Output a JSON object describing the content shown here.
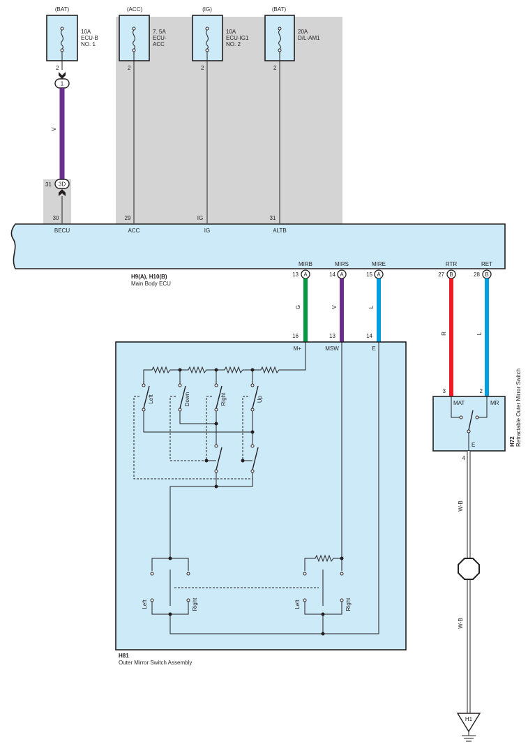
{
  "fuses": [
    {
      "source": "(BAT)",
      "rating": "10A",
      "line1": "ECU-B",
      "line2": "NO. 1",
      "pin": "2"
    },
    {
      "source": "(ACC)",
      "rating": "7. 5A",
      "line1": "ECU-",
      "line2": "ACC",
      "pin": "2"
    },
    {
      "source": "(IG)",
      "rating": "10A",
      "line1": "ECU-IG1",
      "line2": "NO. 2",
      "pin": "2"
    },
    {
      "source": "(BAT)",
      "rating": "20A",
      "line1": "D/L-AM1",
      "line2": "",
      "pin": "2"
    }
  ],
  "connector_becu": {
    "top_label": "1",
    "bottom_label": "3D",
    "bottom_pin": "31",
    "wire_color": "V"
  },
  "ecu": {
    "code": "H9(A), H10(B)",
    "name": "Main Body ECU",
    "top_terminals": [
      {
        "pin": "30",
        "name": "BECU"
      },
      {
        "pin": "29",
        "name": "ACC"
      },
      {
        "pin": "IG",
        "name": "IG"
      },
      {
        "pin": "31",
        "name": "ALTB"
      }
    ],
    "bottom_terminals": [
      {
        "name": "MIRB",
        "pin": "13",
        "connector": "A",
        "wire": "G",
        "color": "#009a44",
        "far_pin": "16",
        "far_name": "M+"
      },
      {
        "name": "MIRS",
        "pin": "14",
        "connector": "A",
        "wire": "V",
        "color": "#6b2d8f",
        "far_pin": "13",
        "far_name": "MSW"
      },
      {
        "name": "MIRE",
        "pin": "15",
        "connector": "A",
        "wire": "L",
        "color": "#00a0e0",
        "far_pin": "14",
        "far_name": "E"
      },
      {
        "name": "RTR",
        "pin": "27",
        "connector": "B",
        "wire": "R",
        "color": "#ed1c24",
        "far_pin": "3",
        "far_name": "MAT"
      },
      {
        "name": "RET",
        "pin": "28",
        "connector": "B",
        "wire": "L",
        "color": "#00a0e0",
        "far_pin": "2",
        "far_name": "MR"
      }
    ]
  },
  "mirror_switch": {
    "code": "H81",
    "name": "Outer Mirror Switch Assembly",
    "adjust_labels": [
      "Left",
      "Down",
      "Right",
      "Up"
    ],
    "select_left": "Left",
    "select_right": "Right"
  },
  "retract_switch": {
    "code": "H72",
    "name": "Retractable Outer Mirror Switch",
    "ground_terminal": "E",
    "ground_pin": "4",
    "ground_wire": "W-B",
    "ground_wire_lower": "W-B",
    "ground_point": "H1"
  },
  "colors": {
    "module_fill": "#cdeaf8",
    "shade": "#d4d4d4",
    "violet": "#6b2d8f",
    "green": "#009a44",
    "blue": "#00a0e0",
    "red": "#ed1c24"
  }
}
